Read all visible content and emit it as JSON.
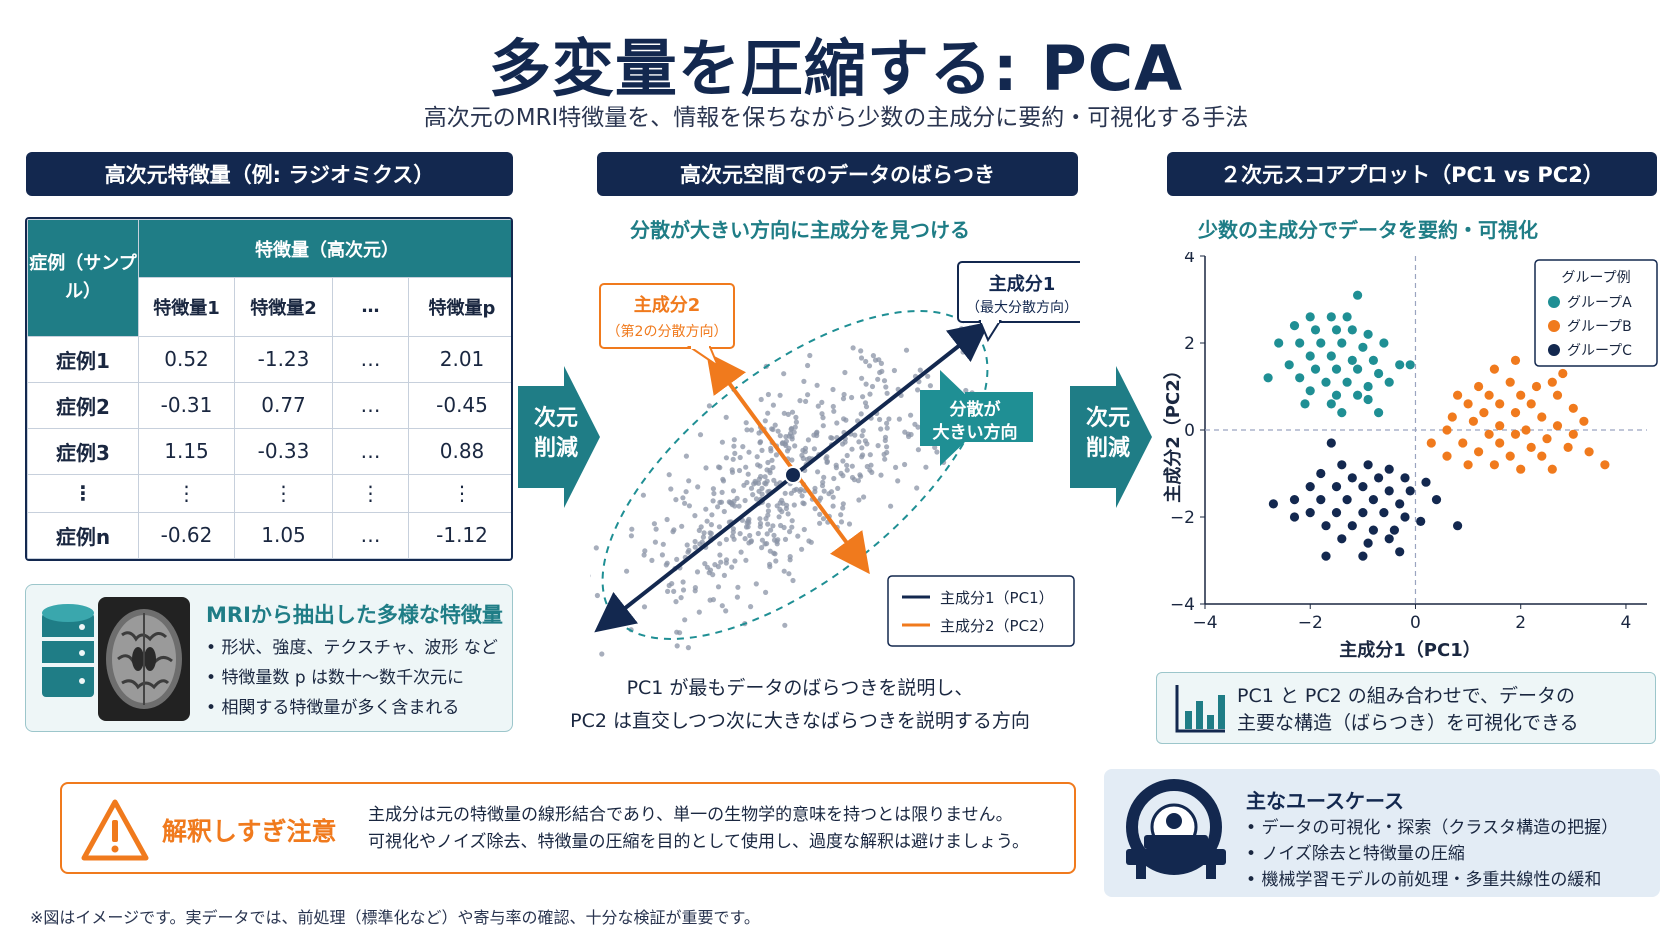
{
  "title": "多変量を圧縮する: PCA",
  "subtitle": "高次元のMRI特徴量を、情報を保ちながら少数の主成分に要約・可視化する手法",
  "left": {
    "header": "高次元特徴量（例: ラジオミクス）",
    "table": {
      "col_case": "症例（サンプル）",
      "col_group": "特徴量（高次元）",
      "subheaders": [
        "特徴量1",
        "特徴量2",
        "…",
        "特徴量p"
      ],
      "rows": [
        [
          "症例1",
          "0.52",
          "-1.23",
          "…",
          "2.01"
        ],
        [
          "症例2",
          "-0.31",
          "0.77",
          "…",
          "-0.45"
        ],
        [
          "症例3",
          "1.15",
          "-0.33",
          "…",
          "0.88"
        ],
        [
          "⋮",
          "⋮",
          "⋮",
          "⋮",
          "⋮"
        ],
        [
          "症例n",
          "-0.62",
          "1.05",
          "…",
          "-1.12"
        ]
      ]
    },
    "mri_box": {
      "heading": "MRIから抽出した多様な特徴量",
      "bullets": [
        "形状、強度、テクスチャ、波形 など",
        "特徴量数 p は数十〜数千次元に",
        "相関する特徴量が多く含まれる"
      ]
    }
  },
  "arrows": {
    "reduce_1": "次元",
    "reduce_2": "削減"
  },
  "center": {
    "header": "高次元空間でのデータのばらつき",
    "subheading": "分散が大きい方向に主成分を見つける",
    "pc2_callout_1": "主成分2",
    "pc2_callout_2": "（第2の分散方向）",
    "pc1_callout_1": "主成分1",
    "pc1_callout_2": "（最大分散方向）",
    "variance_1": "分散が",
    "variance_2": "大きい方向",
    "legend_pc1": "主成分1（PC1）",
    "legend_pc2": "主成分2（PC2）",
    "desc_1": "PC1 が最もデータのばらつきを説明し、",
    "desc_2": "PC2 は直交しつつ次に大きなばらつきを説明する方向"
  },
  "right": {
    "header": "２次元スコアプロット（PC1 vs PC2）",
    "subheading": "少数の主成分でデータを要約・可視化",
    "info_1": "PC1 と PC2 の組み合わせで、データの",
    "info_2": "主要な構造（ばらつき）を可視化できる"
  },
  "chart_data": {
    "type": "scatter",
    "xlabel": "主成分1（PC1）",
    "ylabel": "主成分2（PC2）",
    "xlim": [
      -4,
      4.4
    ],
    "ylim": [
      -4,
      4
    ],
    "xticks": [
      -4,
      -2,
      0,
      2,
      4
    ],
    "yticks": [
      -4,
      -2,
      0,
      2,
      4
    ],
    "legend_title": "グループ例",
    "legend_position": "top-right",
    "series": [
      {
        "name": "グループA",
        "color": "#1f8f94",
        "points": [
          [
            -1.1,
            3.1
          ],
          [
            -2.0,
            2.6
          ],
          [
            -1.6,
            2.6
          ],
          [
            -1.3,
            2.6
          ],
          [
            -2.3,
            2.4
          ],
          [
            -1.9,
            2.3
          ],
          [
            -1.5,
            2.3
          ],
          [
            -1.2,
            2.3
          ],
          [
            -0.9,
            2.2
          ],
          [
            -2.6,
            2.0
          ],
          [
            -2.2,
            2.0
          ],
          [
            -1.8,
            2.0
          ],
          [
            -1.4,
            2.0
          ],
          [
            -1.0,
            1.9
          ],
          [
            -0.6,
            2.0
          ],
          [
            -2.0,
            1.7
          ],
          [
            -1.6,
            1.7
          ],
          [
            -1.2,
            1.6
          ],
          [
            -0.8,
            1.6
          ],
          [
            -2.4,
            1.5
          ],
          [
            -1.9,
            1.4
          ],
          [
            -1.5,
            1.4
          ],
          [
            -1.1,
            1.4
          ],
          [
            -0.7,
            1.3
          ],
          [
            -0.3,
            1.5
          ],
          [
            -0.1,
            1.5
          ],
          [
            -2.8,
            1.2
          ],
          [
            -2.2,
            1.2
          ],
          [
            -1.7,
            1.1
          ],
          [
            -1.3,
            1.1
          ],
          [
            -0.9,
            1.0
          ],
          [
            -0.5,
            1.1
          ],
          [
            -2.0,
            0.9
          ],
          [
            -1.5,
            0.8
          ],
          [
            -1.1,
            0.8
          ],
          [
            -2.1,
            0.6
          ],
          [
            -1.4,
            0.4
          ],
          [
            -0.7,
            0.4
          ],
          [
            -1.6,
            0.6
          ],
          [
            -0.9,
            0.7
          ]
        ]
      },
      {
        "name": "グループB",
        "color": "#f07a1d",
        "points": [
          [
            1.9,
            1.6
          ],
          [
            1.5,
            1.4
          ],
          [
            2.6,
            1.1
          ],
          [
            1.2,
            1.0
          ],
          [
            1.8,
            1.1
          ],
          [
            2.3,
            1.0
          ],
          [
            0.8,
            0.8
          ],
          [
            1.4,
            0.8
          ],
          [
            2.0,
            0.8
          ],
          [
            2.7,
            0.8
          ],
          [
            1.0,
            0.6
          ],
          [
            1.6,
            0.6
          ],
          [
            2.2,
            0.6
          ],
          [
            3.0,
            0.5
          ],
          [
            0.7,
            0.3
          ],
          [
            1.3,
            0.4
          ],
          [
            1.9,
            0.4
          ],
          [
            2.4,
            0.3
          ],
          [
            3.2,
            0.2
          ],
          [
            1.1,
            0.2
          ],
          [
            1.6,
            0.1
          ],
          [
            2.1,
            0.0
          ],
          [
            2.7,
            0.1
          ],
          [
            0.6,
            0.0
          ],
          [
            1.4,
            -0.1
          ],
          [
            1.9,
            -0.1
          ],
          [
            2.5,
            -0.2
          ],
          [
            3.0,
            -0.1
          ],
          [
            0.9,
            -0.3
          ],
          [
            1.6,
            -0.3
          ],
          [
            2.2,
            -0.4
          ],
          [
            2.9,
            -0.4
          ],
          [
            1.2,
            -0.5
          ],
          [
            1.8,
            -0.6
          ],
          [
            2.4,
            -0.6
          ],
          [
            3.3,
            -0.5
          ],
          [
            0.6,
            -0.6
          ],
          [
            1.5,
            -0.8
          ],
          [
            2.0,
            -0.9
          ],
          [
            2.6,
            -0.9
          ],
          [
            3.6,
            -0.8
          ],
          [
            0.3,
            -0.3
          ],
          [
            1.0,
            -0.8
          ],
          [
            2.8,
            1.3
          ]
        ]
      },
      {
        "name": "グループC",
        "color": "#13284f",
        "points": [
          [
            -1.6,
            -0.3
          ],
          [
            -1.4,
            -0.8
          ],
          [
            -0.9,
            -0.8
          ],
          [
            -0.5,
            -0.9
          ],
          [
            -1.8,
            -1.0
          ],
          [
            -1.2,
            -1.1
          ],
          [
            -0.7,
            -1.1
          ],
          [
            -0.2,
            -1.1
          ],
          [
            -2.0,
            -1.3
          ],
          [
            -1.5,
            -1.3
          ],
          [
            -1.0,
            -1.3
          ],
          [
            -0.5,
            -1.4
          ],
          [
            -0.1,
            -1.4
          ],
          [
            0.2,
            -1.2
          ],
          [
            -2.3,
            -1.6
          ],
          [
            -1.8,
            -1.6
          ],
          [
            -1.3,
            -1.6
          ],
          [
            -0.8,
            -1.6
          ],
          [
            -0.3,
            -1.7
          ],
          [
            0.4,
            -1.6
          ],
          [
            -2.7,
            -1.7
          ],
          [
            -2.0,
            -1.9
          ],
          [
            -1.5,
            -1.9
          ],
          [
            -1.0,
            -1.9
          ],
          [
            -0.6,
            -1.9
          ],
          [
            -0.2,
            -2.0
          ],
          [
            0.8,
            -2.2
          ],
          [
            -1.7,
            -2.2
          ],
          [
            -1.2,
            -2.2
          ],
          [
            -0.8,
            -2.3
          ],
          [
            -0.4,
            -2.3
          ],
          [
            0.1,
            -2.1
          ],
          [
            -1.4,
            -2.5
          ],
          [
            -0.9,
            -2.6
          ],
          [
            -0.5,
            -2.5
          ],
          [
            -1.7,
            -2.9
          ],
          [
            -1.0,
            -2.9
          ],
          [
            -2.3,
            -2.0
          ],
          [
            -0.3,
            -2.8
          ]
        ]
      }
    ]
  },
  "warning": {
    "heading": "解釈しすぎ注意",
    "text_1": "主成分は元の特徴量の線形結合であり、単一の生物学的意味を持つとは限りません。",
    "text_2": "可視化やノイズ除去、特徴量の圧縮を目的として使用し、過度な解釈は避けましょう。"
  },
  "use_cases": {
    "heading": "主なユースケース",
    "items": [
      "データの可視化・探索（クラスタ構造の把握）",
      "ノイズ除去と特徴量の圧縮",
      "機械学習モデルの前処理・多重共線性の緩和"
    ]
  },
  "footnote": "※図はイメージです。実データでは、前処理（標準化など）や寄与率の確認、十分な検証が重要です。",
  "colors": {
    "navy": "#13284f",
    "teal": "#1f7d86",
    "orange": "#f07a1d"
  }
}
